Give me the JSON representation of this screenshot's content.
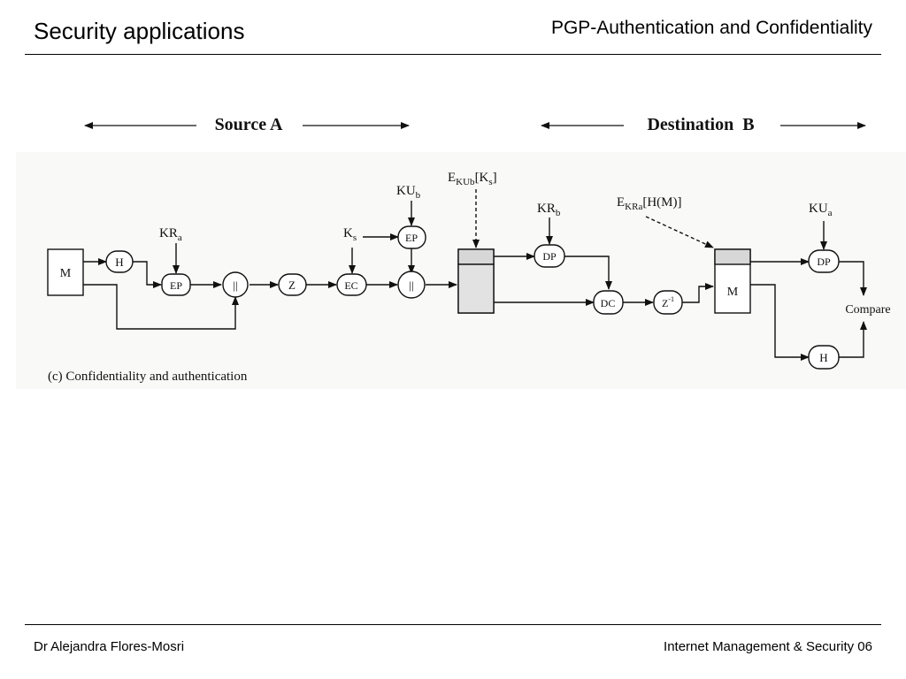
{
  "header": {
    "title": "Security applications",
    "subtitle": "PGP-Authentication and Confidentiality"
  },
  "footer": {
    "author": "Dr Alejandra Flores-Mosri",
    "course": "Internet Management & Security 06"
  },
  "diagram": {
    "source_label": "Source A",
    "destination_label": "Destination  B",
    "caption": "(c) Confidentiality and authentication",
    "nodes": {
      "m_source": "M",
      "h_source": "H",
      "ep_sign": "EP",
      "concat_source": "||",
      "z": "Z",
      "ec": "EC",
      "ep_key": "EP",
      "concat_key": "||",
      "dp_key": "DP",
      "dc": "DC",
      "z_inv": "Z",
      "z_inv_sup": "-1",
      "m_dest": "M",
      "dp_verify": "DP",
      "h_dest": "H",
      "compare": "Compare"
    },
    "keys": {
      "kr_a": "KR",
      "kr_a_sub": "a",
      "ku_b": "KU",
      "ku_b_sub": "b",
      "k_s": "K",
      "k_s_sub": "s",
      "kr_b": "KR",
      "kr_b_sub": "b",
      "ku_a": "KU",
      "ku_a_sub": "a",
      "e_kub": "E",
      "e_kub_sub": "KUb",
      "e_kub_arg": "[K",
      "e_kub_arg_sub": "s",
      "e_kub_end": "]",
      "e_kra": "E",
      "e_kra_sub": "KRa",
      "e_kra_arg": "[H(M)]"
    }
  }
}
